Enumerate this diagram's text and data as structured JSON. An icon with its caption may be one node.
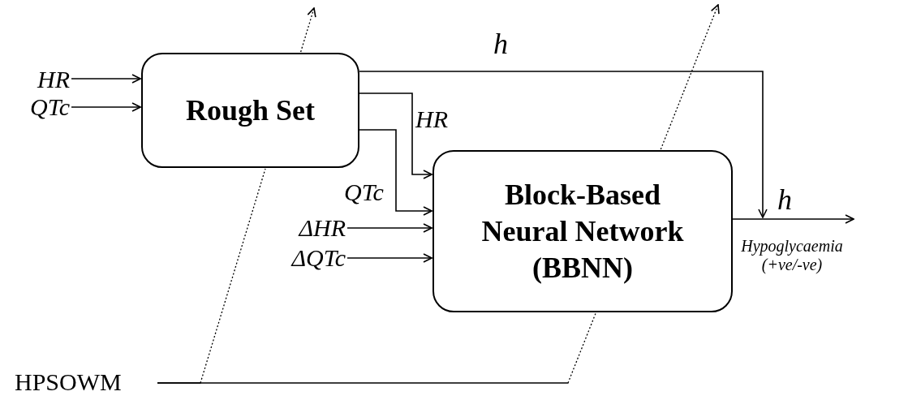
{
  "diagram": {
    "nodes": [
      {
        "text": [
          "HR"
        ]
      },
      {
        "text": [
          "QTc"
        ]
      },
      {
        "text": [
          "Rough Set"
        ]
      },
      {
        "text": [
          "Block-Based Neural Network (BBNN)"
        ]
      },
      {
        "text": [
          "ΔHR"
        ]
      },
      {
        "text": [
          "ΔQTc"
        ]
      },
      {
        "text": [
          "HPSOWM"
        ]
      }
    ],
    "edges": [
      {
        "from": 0,
        "to": 2,
        "arrow": "to"
      },
      {
        "from": 1,
        "to": 2,
        "arrow": "to"
      },
      {
        "from": 2,
        "to": 3,
        "arrow": "to",
        "label": "HR"
      },
      {
        "from": 2,
        "to": 3,
        "arrow": "to",
        "label": "QTc"
      },
      {
        "from": 4,
        "to": 3,
        "arrow": "to"
      },
      {
        "from": 5,
        "to": 3,
        "arrow": "to"
      },
      {
        "from": 2,
        "to": null,
        "arrow": "to",
        "label": "h"
      },
      {
        "from": 3,
        "to": null,
        "arrow": "to",
        "label": "h"
      },
      {
        "from": 6,
        "to": null,
        "arrow": "to",
        "style": "dashed"
      },
      {
        "from": 6,
        "to": null,
        "arrow": "to",
        "style": "dashed"
      }
    ],
    "labels": [
      "Hypoglycaemia (+ve/-ve)"
    ]
  }
}
